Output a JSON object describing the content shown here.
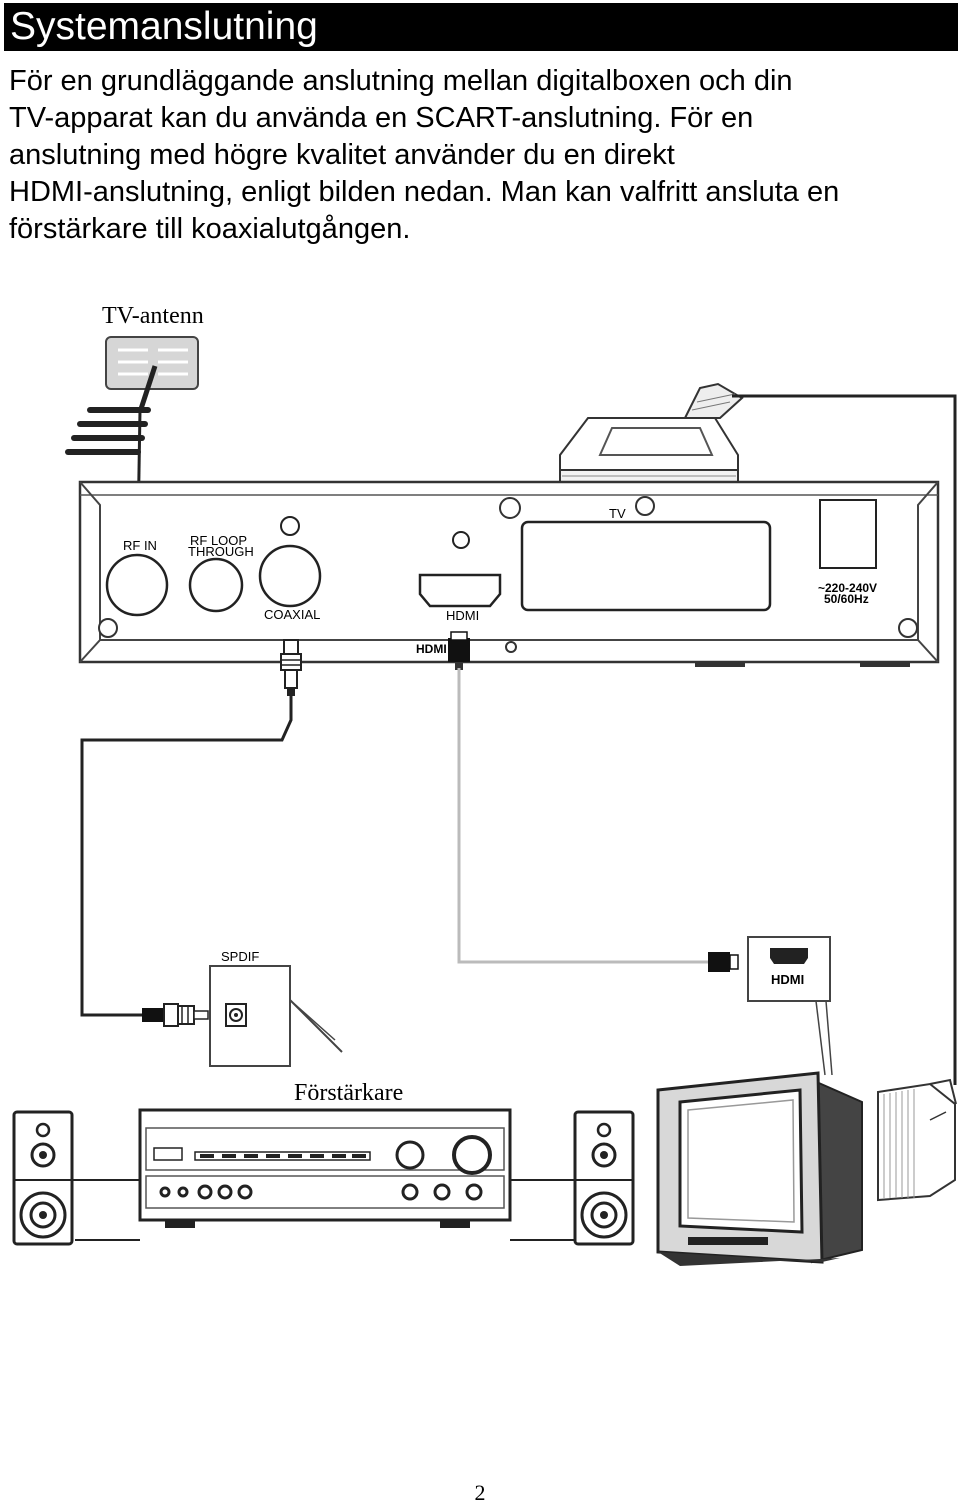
{
  "title": "Systemanslutning",
  "intro_lines": [
    "För en grundläggande anslutning mellan digitalboxen och din",
    "TV-apparat kan du använda en SCART-anslutning. För en",
    "anslutning med högre kvalitet använder du en direkt",
    "HDMI-anslutning, enligt bilden nedan. Man kan valfritt ansluta en",
    "förstärkare till koaxialutgången."
  ],
  "diagram": {
    "antenna_label": "TV-antenn",
    "amplifier_label": "Förstärkare",
    "rf_in": "RF IN",
    "rf_loop_1": "RF LOOP",
    "rf_loop_2": "THROUGH",
    "coaxial": "COAXIAL",
    "hdmi_port": "HDMI",
    "hdmi_plug": "HDMI",
    "tv_scart": "TV",
    "power_1": "~220-240V",
    "power_2": "50/60Hz",
    "spdif": "SPDIF",
    "tv_hdmi": "HDMI"
  },
  "page_number": "2"
}
